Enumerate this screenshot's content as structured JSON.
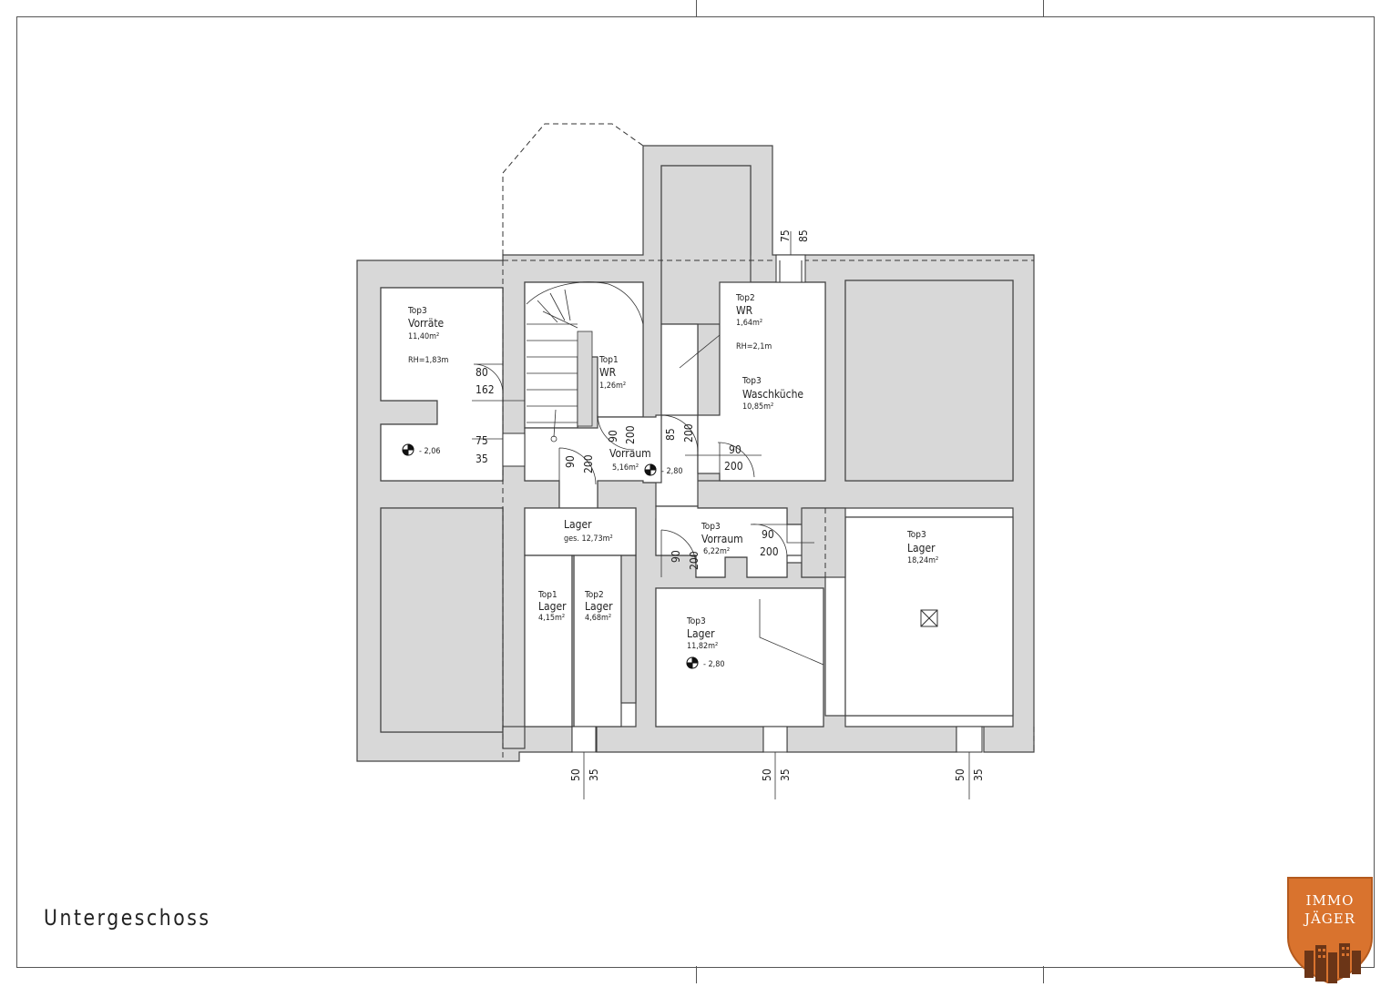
{
  "drawing_title": "Untergeschoss",
  "logo": {
    "line1": "IMMO",
    "line2": "JÄGER",
    "color": "#d9732e"
  },
  "rooms": {
    "vorraete": {
      "unit": "Top3",
      "name": "Vorräte",
      "area": "11,40m²",
      "height": "RH=1,83m"
    },
    "wr_top1": {
      "unit": "Top1",
      "name": "WR",
      "area": "1,26m²"
    },
    "wr_top2": {
      "unit": "Top2",
      "name": "WR",
      "area": "1,64m²",
      "height": "RH=2,1m"
    },
    "waschkueche": {
      "unit": "Top3",
      "name": "Waschküche",
      "area": "10,85m²"
    },
    "vorraum_main": {
      "name": "Vorraum",
      "area": "5,16m²"
    },
    "lager_ges": {
      "name": "Lager",
      "area": "ges. 12,73m²"
    },
    "vorraum_top3": {
      "unit": "Top3",
      "name": "Vorraum",
      "area": "6,22m²"
    },
    "lager_top3_large": {
      "unit": "Top3",
      "name": "Lager",
      "area": "18,24m²"
    },
    "lager_top1": {
      "unit": "Top1",
      "name": "Lager",
      "area": "4,15m²"
    },
    "lager_top2": {
      "unit": "Top2",
      "name": "Lager",
      "area": "4,68m²"
    },
    "lager_top3_small": {
      "unit": "Top3",
      "name": "Lager",
      "area": "11,82m²"
    }
  },
  "levels": {
    "vorraete": "- 2,06",
    "vorraum": "- 2,80",
    "lager": "- 2,80"
  },
  "openings": {
    "door_vorraete": {
      "width": "80",
      "height": "162"
    },
    "window_vorraete": {
      "width": "75",
      "height": "35"
    },
    "window_top": {
      "width": "75",
      "height": "85"
    },
    "door_lager": {
      "width": "90",
      "height": "200"
    },
    "door_wr1": {
      "width": "90",
      "height": "200"
    },
    "door_wr2": {
      "width": "85",
      "height": "200"
    },
    "door_wasch": {
      "width": "90",
      "height": "200"
    },
    "door_vorraum3": {
      "width": "90",
      "height": "200"
    },
    "door_lager3": {
      "width": "90",
      "height": "200"
    },
    "window_bottom_1": {
      "width": "50",
      "height": "35"
    },
    "window_bottom_2": {
      "width": "50",
      "height": "35"
    },
    "window_bottom_3": {
      "width": "50",
      "height": "35"
    }
  }
}
